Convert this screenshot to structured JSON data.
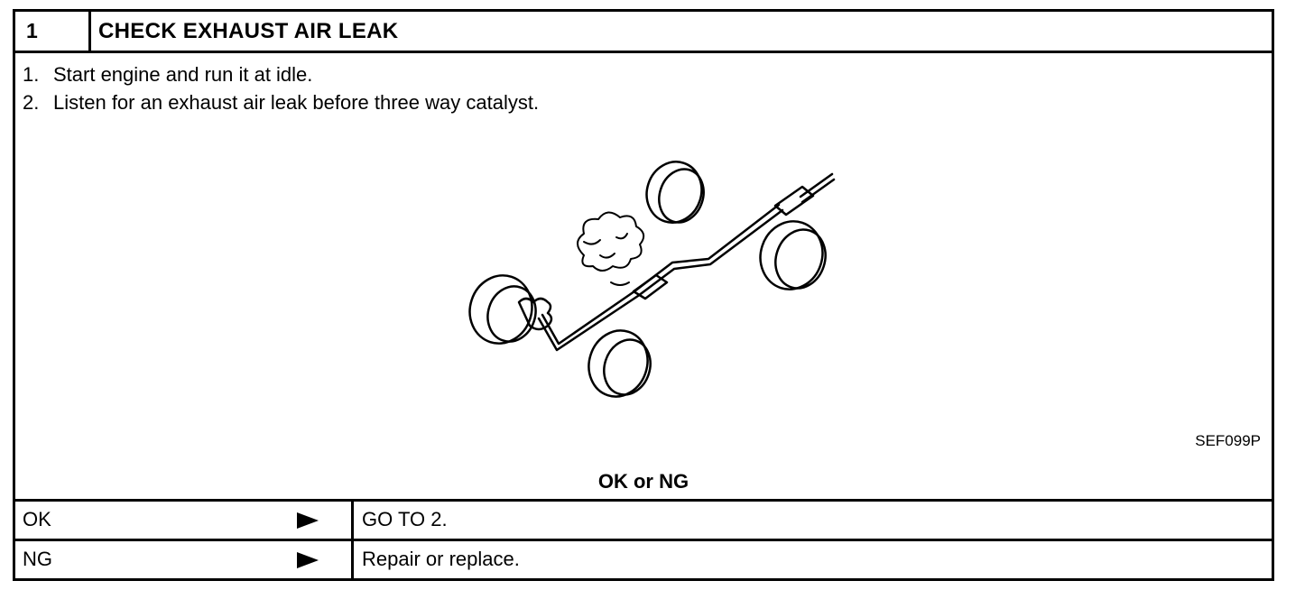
{
  "header": {
    "step_number": "1",
    "title": "CHECK EXHAUST AIR LEAK"
  },
  "instructions": [
    {
      "num": "1.",
      "text": "Start engine and run it at idle."
    },
    {
      "num": "2.",
      "text": "Listen for an exhaust air leak before three way catalyst."
    }
  ],
  "figure": {
    "code": "SEF099P"
  },
  "result_heading": "OK or NG",
  "outcomes": [
    {
      "label": "OK",
      "action": "GO TO 2."
    },
    {
      "label": "NG",
      "action": "Repair or replace."
    }
  ]
}
